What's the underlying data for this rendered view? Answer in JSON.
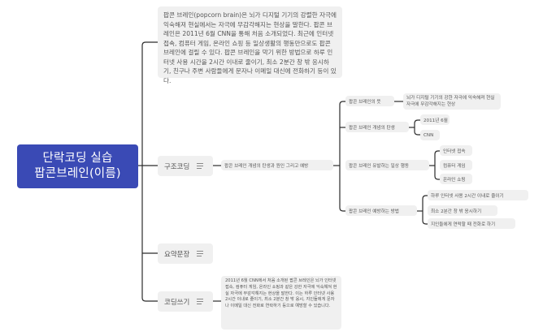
{
  "root": {
    "line1": "단락코딩 실습",
    "line2": "팝콘브레인(이름)",
    "color": "#3a4ab5"
  },
  "intro": {
    "text": "팝콘 브레인(popcorn brain)은 뇌가 디지털 기기의 강렬한 자극에 익숙해져 현실에서는 자극에 무감각해지는 현상을 말한다. 팝콘 브레인은 2011년 6월 CNN을 통해 처음 소개되었다. 최근에 인터넷 접속, 컴퓨터 게임, 온라인 쇼핑 등 일상생활의 행동만으로도 팝콘 브레인에 걸릴 수 있다. 팝콘 브레인을 막기 위한 방법으로 하루 인터넷 사용 시간을 2시간 이내로 줄이기, 최소 2분간 창 밖 응시하기, 친구나 주변 사람들에게 문자나 이메일 대신에 전화하기 등이 있다."
  },
  "branches": {
    "structure": {
      "label": "구조코딩",
      "icon": "notes-icon"
    },
    "summary": {
      "label": "요약문장",
      "icon": "notes-icon"
    },
    "writing": {
      "label": "코딩쓰기",
      "icon": "notes-icon"
    }
  },
  "structure_tree": {
    "topic": "팝콘 브레인 개념의 탄생과 원인 그리고 예방",
    "meaning": {
      "label": "팝콘 브레인의 뜻",
      "detail": "뇌가 디지털 기기의 강한 자극에 익숙해져 현실 자극에 무감각해지는 현상"
    },
    "origin": {
      "label": "팝콘 브레인 개념의 탄생",
      "items": [
        "2011년 6월",
        "CNN"
      ]
    },
    "causes": {
      "label": "팝콘 브레인 유발하는 일상 행동",
      "items": [
        "인터넷 접속",
        "컴퓨터 게임",
        "온라인 쇼핑"
      ]
    },
    "prevention": {
      "label": "팝콘 브레인 예방하는 방법",
      "items": [
        "하루 인터넷 사용 2시간 이내로 줄이기",
        "최소 2분간 창 밖 응시하기",
        "지인들에게 연락할 때 전화로 하기"
      ]
    }
  },
  "writing_text": "2011년 6월 CNN에서 처음 소개된 팝콘 브레인은 뇌가 인터넷 접속, 컴퓨터 게임, 온라인 쇼핑과 같은 강한 자극에 익숙해져 현실 자극에 무감각해지는 현상을 말한다. 이는 하루 인터넷 사용 2시간 이내로 줄이기, 최소 2분간 창 밖 응시, 지인들에게 문자나 이메일 대신 전화로 연락하기 등으로 예방할 수 있습니다."
}
